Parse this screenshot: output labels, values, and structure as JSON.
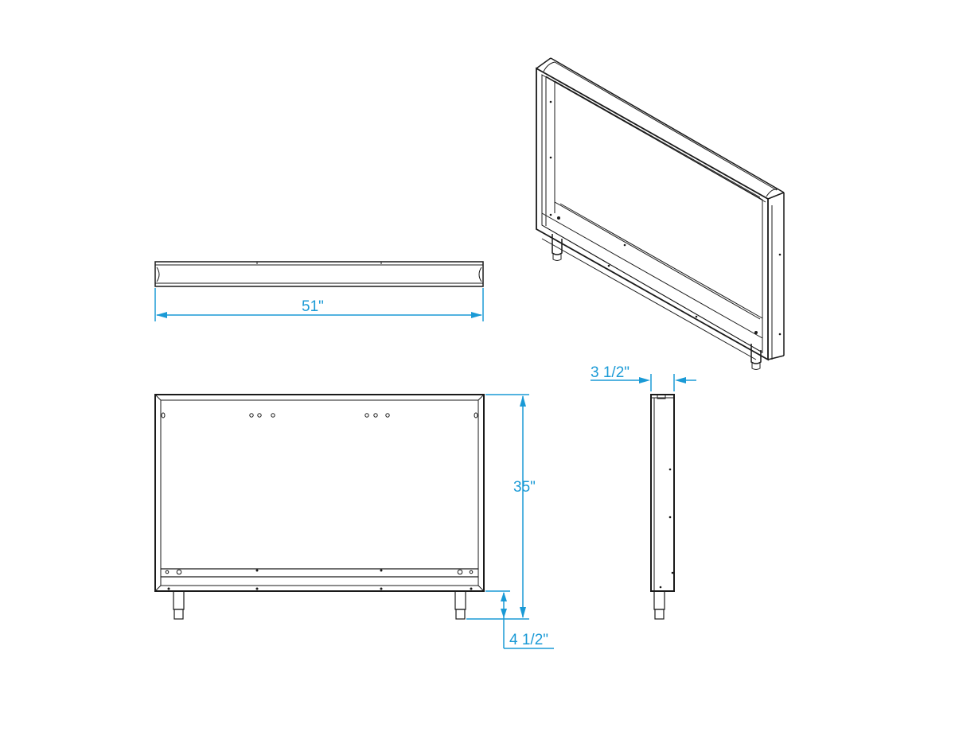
{
  "colors": {
    "line": "#1a1a1a",
    "dimension": "#1a9ad6",
    "background": "#ffffff"
  },
  "views": {
    "top": {
      "width_label": "51\""
    },
    "front": {
      "height_label": "35\"",
      "leg_label": "4 1/2\""
    },
    "side": {
      "depth_label": "3 1/2\""
    }
  }
}
